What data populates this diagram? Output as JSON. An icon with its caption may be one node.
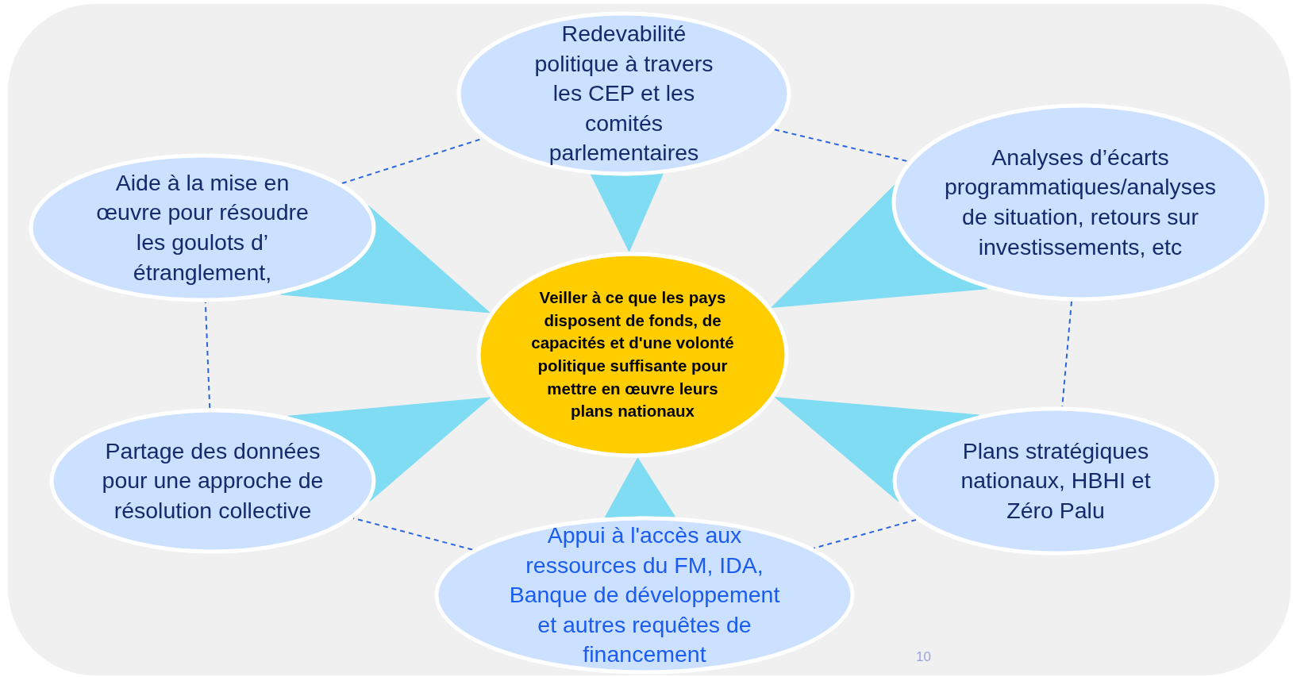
{
  "diagram": {
    "nodes": [
      {
        "text": [
          "Redevabilité politique à travers les CEP et les comités parlementaires"
        ]
      },
      {
        "text": [
          "Aide à la mise en œuvre pour résoudre les goulots d’ étranglement,"
        ]
      },
      {
        "text": [
          "Analyses d’écarts programmatiques/analyses de situation, retours sur investissements, etc"
        ]
      },
      {
        "text": [
          "Veiller à ce que les pays disposent de fonds, de capacités et d'une volonté politique suffisante pour mettre en œuvre leurs plans nationaux"
        ]
      },
      {
        "text": [
          "Partage des données pour une approche de résolution collective"
        ]
      },
      {
        "text": [
          "Plans stratégiques nationaux, HBHI et Zéro Palu"
        ]
      },
      {
        "text": [
          "Appui à l'accès aux ressources du FM, IDA, Banque de développement et autres requêtes de financement"
        ]
      }
    ],
    "edges": [
      {
        "from": 0,
        "to": 3,
        "arrow": "none"
      },
      {
        "from": 1,
        "to": 3,
        "arrow": "none"
      },
      {
        "from": 2,
        "to": 3,
        "arrow": "none"
      },
      {
        "from": 4,
        "to": 3,
        "arrow": "none"
      },
      {
        "from": 5,
        "to": 3,
        "arrow": "none"
      },
      {
        "from": 6,
        "to": 3,
        "arrow": "none"
      },
      {
        "from": 1,
        "to": 0,
        "arrow": "none",
        "style": "dashed",
        "color": "#2a66e0"
      },
      {
        "from": 0,
        "to": 2,
        "arrow": "none",
        "style": "dashed",
        "color": "#2a66e0"
      },
      {
        "from": 2,
        "to": 5,
        "arrow": "none",
        "style": "dashed",
        "color": "#2a66e0"
      },
      {
        "from": 5,
        "to": 6,
        "arrow": "none",
        "style": "dashed",
        "color": "#2a66e0"
      },
      {
        "from": 6,
        "to": 4,
        "arrow": "none",
        "style": "dashed",
        "color": "#2a66e0"
      },
      {
        "from": 4,
        "to": 1,
        "arrow": "none",
        "style": "dashed",
        "color": "#2a66e0"
      }
    ],
    "labels": [
      "10"
    ]
  }
}
